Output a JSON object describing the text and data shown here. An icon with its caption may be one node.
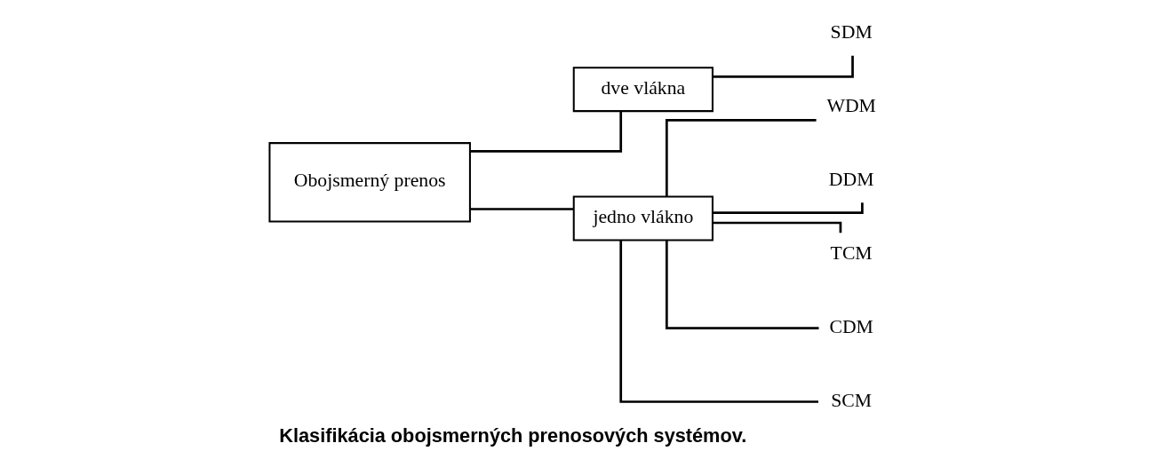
{
  "diagram": {
    "caption": "Klasifikácia obojsmerných prenosových systémov.",
    "nodes": [
      {
        "text": [
          "Obojsmerný prenos"
        ]
      },
      {
        "text": [
          "dve vlákna"
        ]
      },
      {
        "text": [
          "jedno vlákno"
        ]
      },
      {
        "text": [
          "SDM"
        ]
      },
      {
        "text": [
          "WDM"
        ]
      },
      {
        "text": [
          "DDM"
        ]
      },
      {
        "text": [
          "TCM"
        ]
      },
      {
        "text": [
          "CDM"
        ]
      },
      {
        "text": [
          "SCM"
        ]
      }
    ],
    "edges": [
      {
        "from": 0,
        "to": 1,
        "arrow": "none"
      },
      {
        "from": 0,
        "to": 2,
        "arrow": "none"
      },
      {
        "from": 1,
        "to": 3,
        "arrow": "none"
      },
      {
        "from": 2,
        "to": 4,
        "arrow": "none"
      },
      {
        "from": 2,
        "to": 5,
        "arrow": "none"
      },
      {
        "from": 2,
        "to": 6,
        "arrow": "none"
      },
      {
        "from": 2,
        "to": 7,
        "arrow": "none"
      },
      {
        "from": 2,
        "to": 8,
        "arrow": "none"
      }
    ]
  }
}
